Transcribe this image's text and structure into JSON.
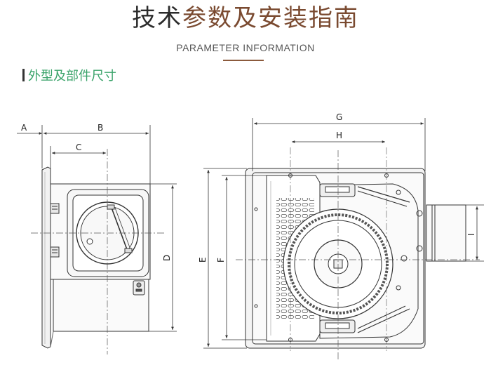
{
  "header": {
    "title_part1": "技术",
    "title_part2": "参数及安装指南",
    "subtitle": "PARAMETER INFORMATION"
  },
  "section": {
    "title": "外型及部件尺寸"
  },
  "left_view": {
    "dimension_labels": {
      "a": "A",
      "b": "B",
      "c": "C",
      "d": "D"
    }
  },
  "right_view": {
    "dimension_labels": {
      "e": "E",
      "f": "F",
      "g": "G",
      "h": "H",
      "i": "I"
    }
  },
  "colors": {
    "title_dark": "#2b2b2b",
    "title_accent": "#7a4a30",
    "section_green": "#3aa36a",
    "rule_brown": "#8b5a3c",
    "line": "#333333"
  }
}
